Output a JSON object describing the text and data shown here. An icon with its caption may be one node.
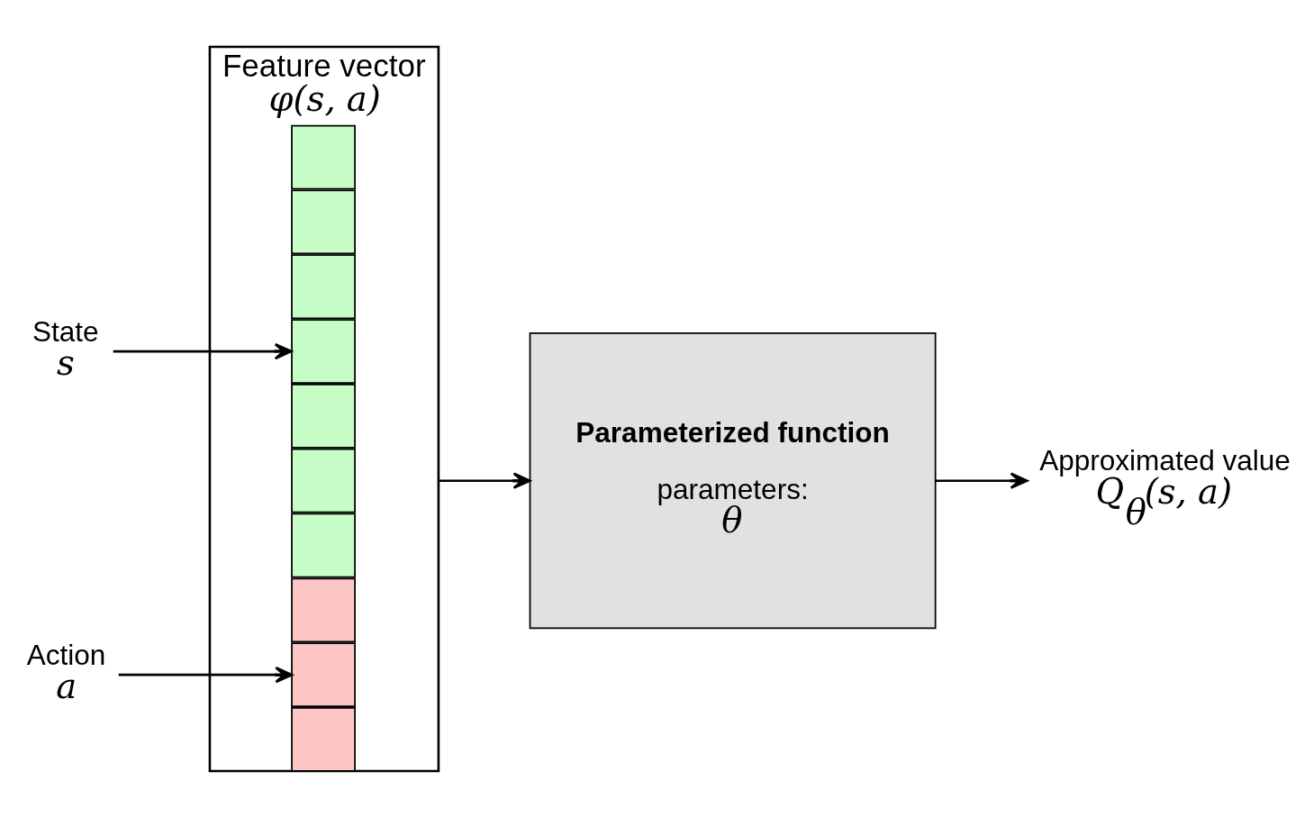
{
  "diagram": {
    "nodes": [
      {
        "text": [
          "Feature vector",
          "φ(s, a)"
        ]
      },
      {
        "text": [],
        "shape": "box",
        "in": 0
      },
      {
        "text": [],
        "shape": "box",
        "in": 0
      },
      {
        "text": [],
        "shape": "box",
        "in": 0
      },
      {
        "text": [],
        "shape": "box",
        "in": 0
      },
      {
        "text": [],
        "shape": "box",
        "in": 0
      },
      {
        "text": [],
        "shape": "box",
        "in": 0
      },
      {
        "text": [],
        "shape": "box",
        "in": 0
      },
      {
        "text": [],
        "shape": "box",
        "in": 0
      },
      {
        "text": [],
        "shape": "box",
        "in": 0
      },
      {
        "text": [],
        "shape": "box",
        "in": 0
      },
      {
        "text": [
          "State",
          "s"
        ]
      },
      {
        "text": [
          "Action",
          "a"
        ]
      },
      {
        "text": [
          "Parameterized function",
          "parameters:",
          "θ"
        ]
      },
      {
        "text": [
          "Approximated value",
          "Q$_{θ}$(s, a)"
        ]
      }
    ],
    "edges": [
      {
        "from": 11,
        "to": 4,
        "arrow": "to"
      },
      {
        "from": 12,
        "to": 9,
        "arrow": "to"
      },
      {
        "from": 0,
        "to": 13,
        "arrow": "to"
      },
      {
        "from": 13,
        "to": 14,
        "arrow": "to"
      }
    ]
  }
}
